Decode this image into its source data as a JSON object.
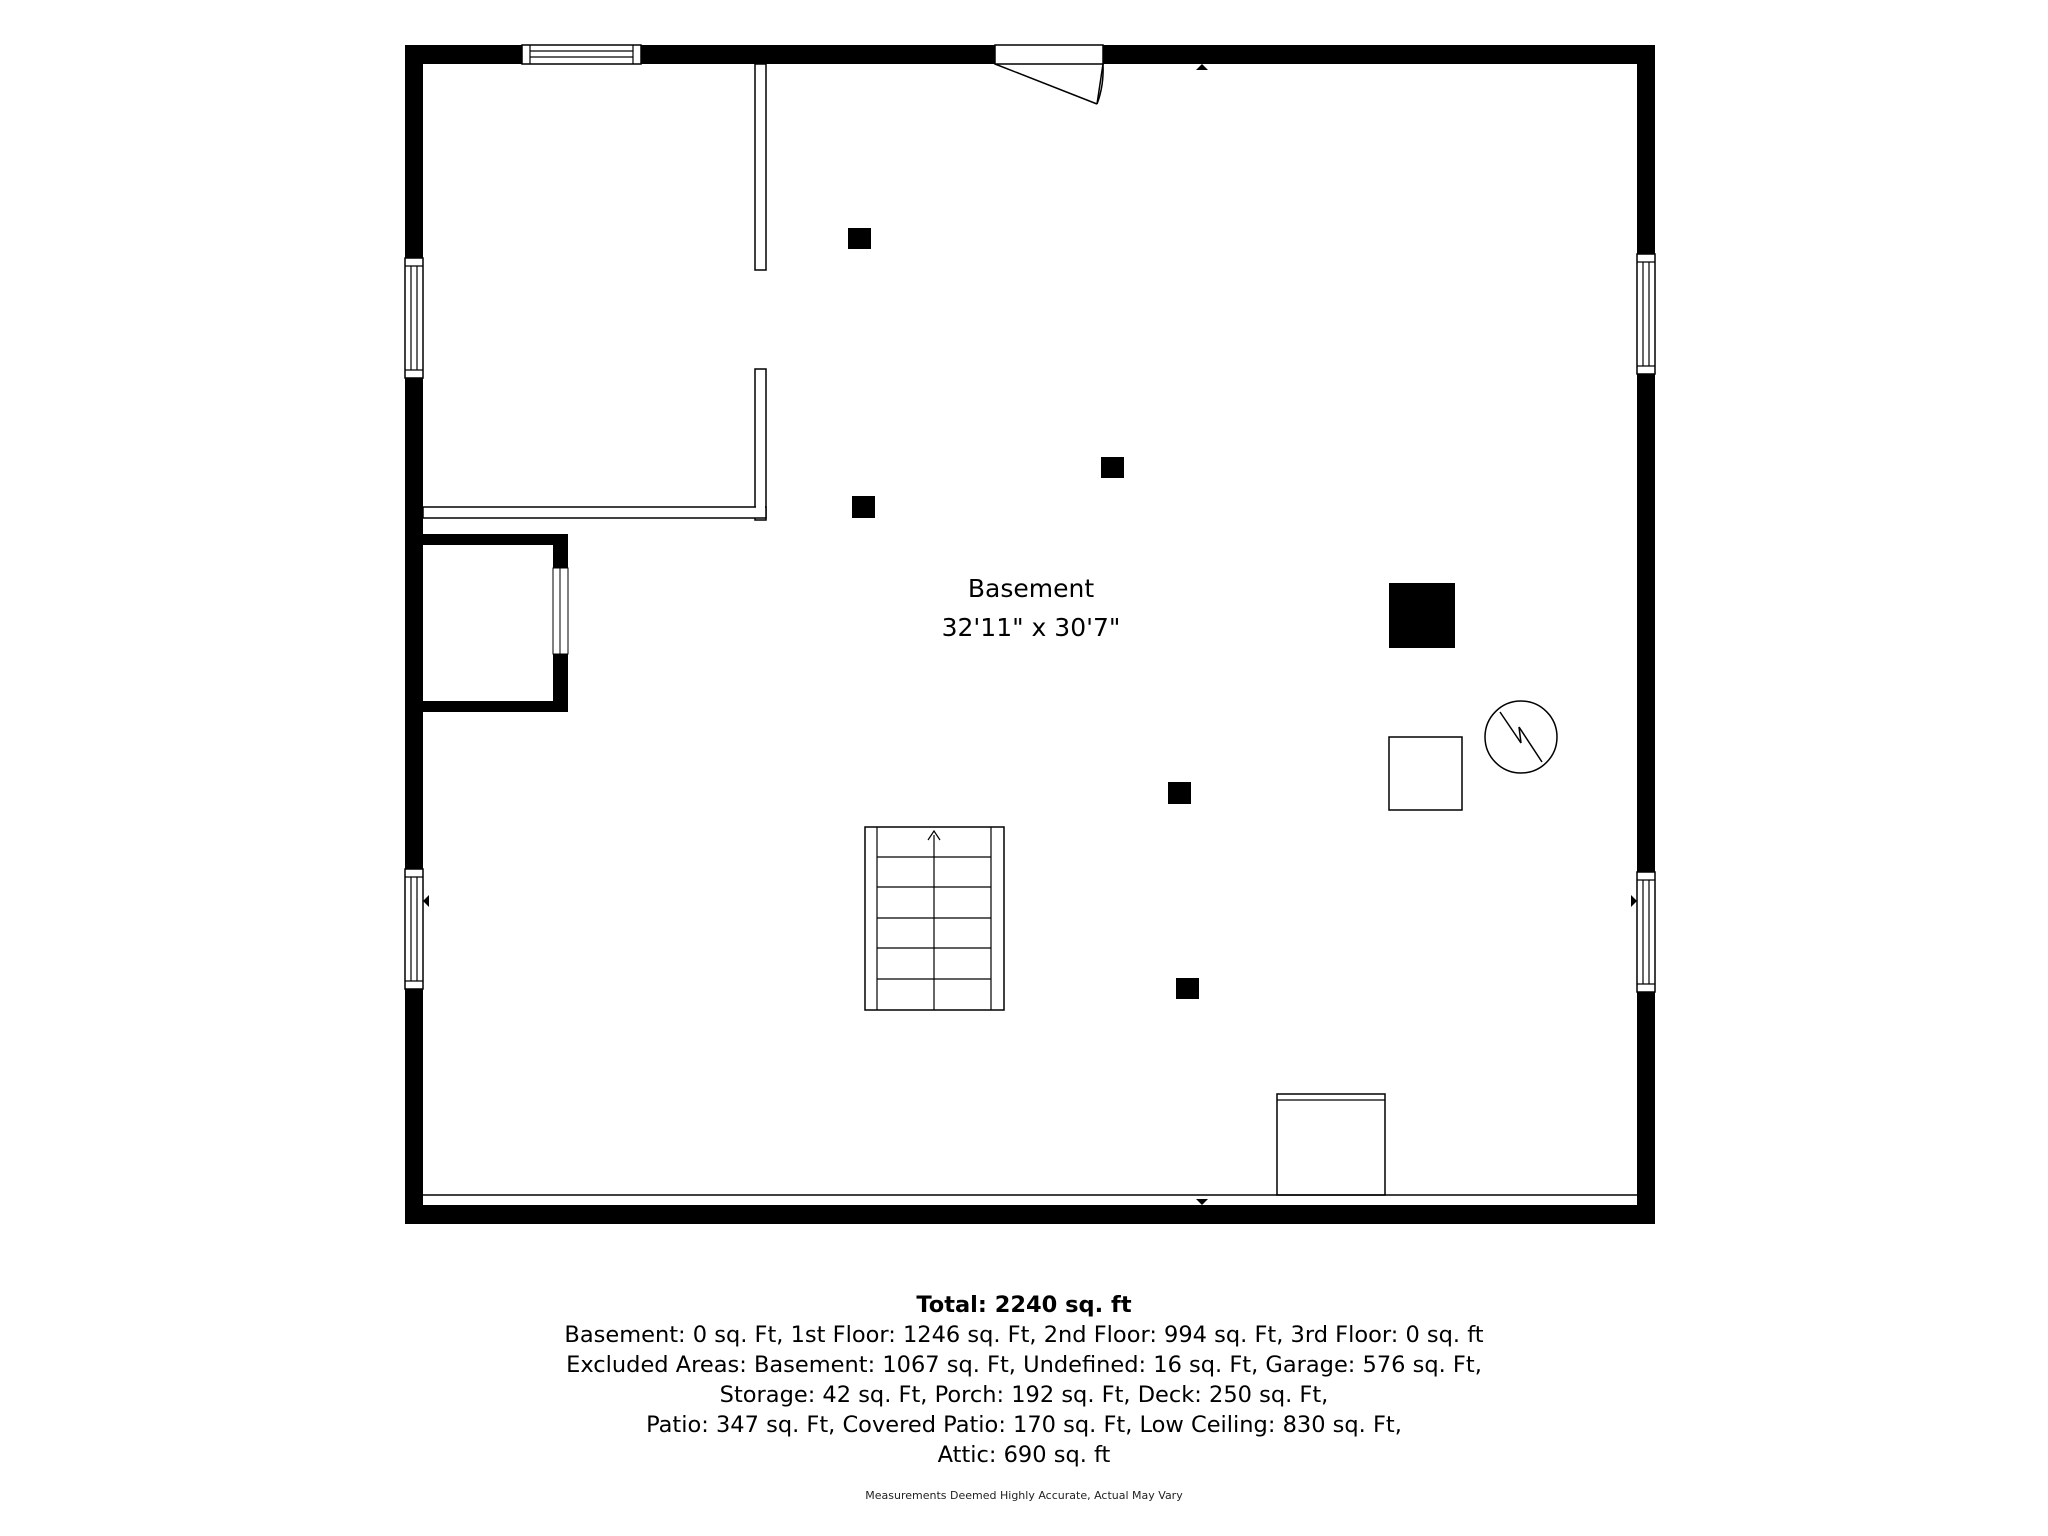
{
  "room": {
    "name": "Basement",
    "dimensions": "32'11\" x 30'7\""
  },
  "summary": {
    "total": "Total: 2240 sq. ft",
    "lines": [
      "Basement: 0 sq. Ft, 1st Floor: 1246 sq. Ft, 2nd Floor: 994 sq. Ft, 3rd Floor: 0 sq. ft",
      "Excluded Areas: Basement: 1067 sq. Ft, Undefined: 16 sq. Ft, Garage: 576 sq. Ft,",
      "Storage: 42 sq. Ft, Porch: 192 sq. Ft, Deck: 250 sq. Ft,",
      "Patio: 347 sq. Ft, Covered Patio: 170 sq. Ft, Low Ceiling: 830 sq. Ft,",
      "Attic: 690 sq. ft"
    ]
  },
  "disclaimer": "Measurements Deemed Highly Accurate, Actual May Vary",
  "symbols": {
    "water_heater": "lightning-circle-icon",
    "stairs_direction": "up-arrow-icon"
  }
}
